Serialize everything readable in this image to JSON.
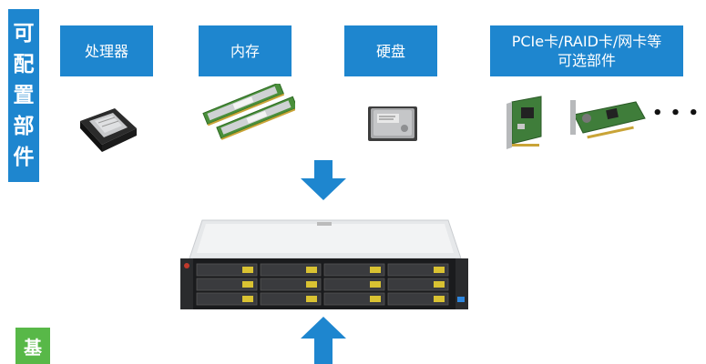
{
  "side_label": {
    "chars": [
      "可",
      "配",
      "置",
      "部",
      "件"
    ]
  },
  "categories": {
    "cpu": "处理器",
    "memory": "内存",
    "disk": "硬盘",
    "pcie_line1": "PCIe卡/RAID卡/网卡等",
    "pcie_line2": "可选部件"
  },
  "more_symbol": "• • •",
  "base_label": "基",
  "colors": {
    "accent_blue": "#1e86cf",
    "base_green": "#58b848"
  }
}
